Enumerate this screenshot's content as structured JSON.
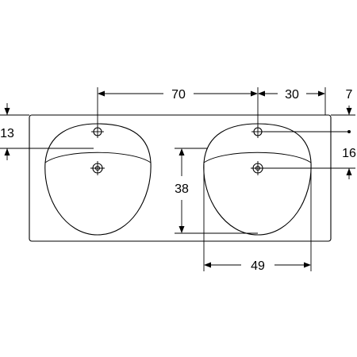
{
  "diagram": {
    "type": "technical-drawing",
    "subject": "double washbasin",
    "dimensions": {
      "tap_hole_spacing": "70",
      "tap_hole_to_edge": "30",
      "edge_to_tap_hole_top": "7",
      "tap_hole_to_bowl_top": "13",
      "bowl_depth": "38",
      "tap_hole_to_drain": "16",
      "bowl_width": "49"
    }
  }
}
